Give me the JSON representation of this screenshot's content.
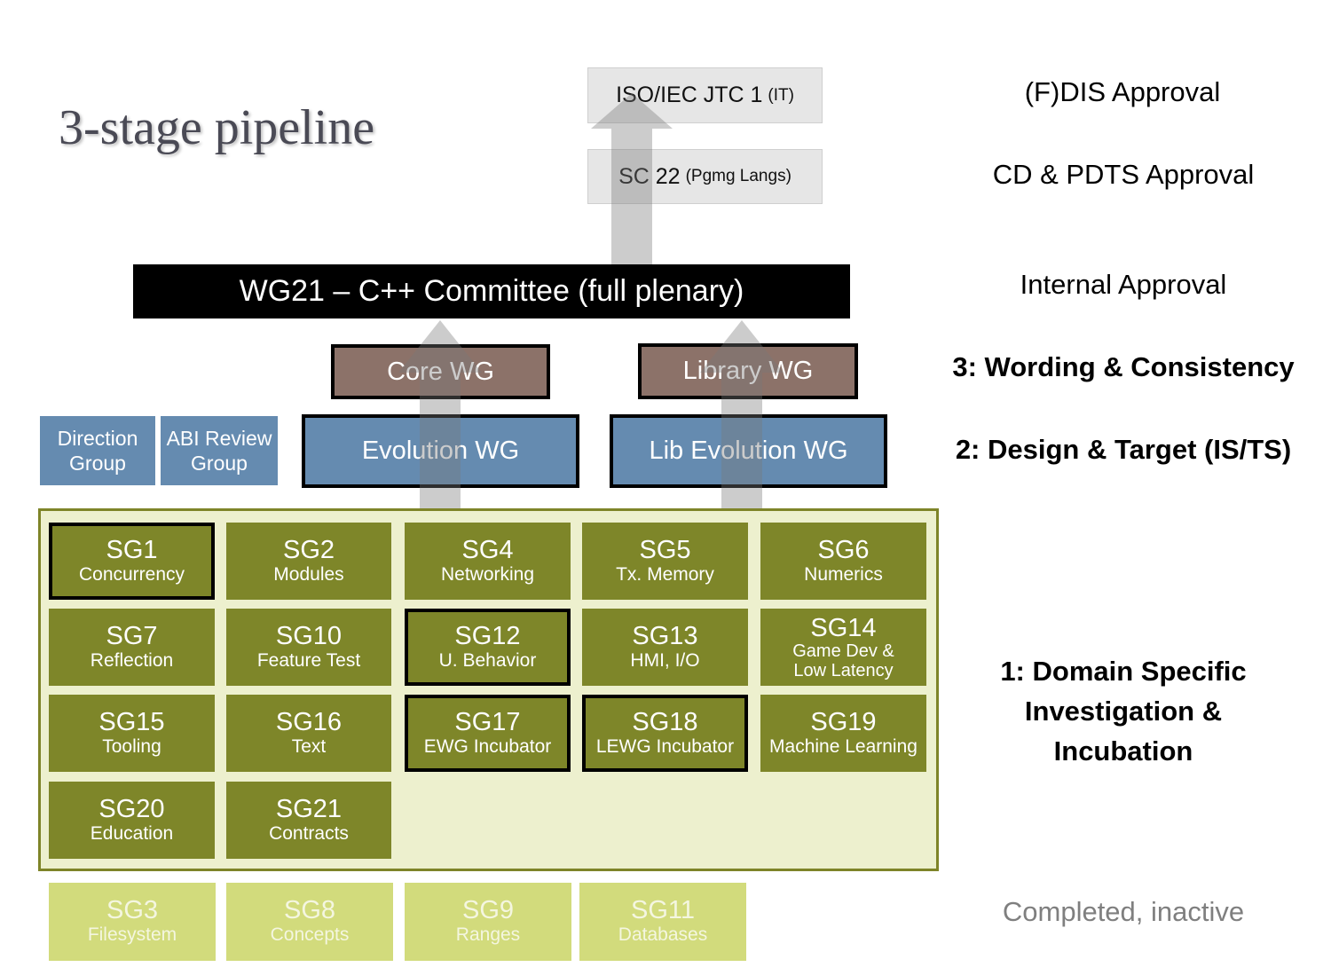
{
  "title": "3-stage pipeline",
  "iso_bodies": {
    "jtc1": {
      "main": "ISO/IEC JTC 1",
      "sub": "(IT)"
    },
    "sc22": {
      "main": "SC 22",
      "sub": "(Pgmg Langs)"
    }
  },
  "plenary": "WG21 – C++ Committee (full plenary)",
  "wording_groups": {
    "core": "Core WG",
    "library": "Library WG"
  },
  "design_groups": {
    "evolution": "Evolution WG",
    "lib_evolution": "Lib Evolution WG"
  },
  "advisory_groups": [
    {
      "line1": "Direction",
      "line2": "Group"
    },
    {
      "line1": "ABI Review",
      "line2": "Group"
    }
  ],
  "study_groups": [
    {
      "id": "SG1",
      "name": "Concurrency",
      "highlighted": true
    },
    {
      "id": "SG2",
      "name": "Modules",
      "highlighted": false
    },
    {
      "id": "SG4",
      "name": "Networking",
      "highlighted": false
    },
    {
      "id": "SG5",
      "name": "Tx. Memory",
      "highlighted": false
    },
    {
      "id": "SG6",
      "name": "Numerics",
      "highlighted": false
    },
    {
      "id": "SG7",
      "name": "Reflection",
      "highlighted": false
    },
    {
      "id": "SG10",
      "name": "Feature Test",
      "highlighted": false
    },
    {
      "id": "SG12",
      "name": "U. Behavior",
      "highlighted": true
    },
    {
      "id": "SG13",
      "name": "HMI, I/O",
      "highlighted": false
    },
    {
      "id": "SG14",
      "name": "Game Dev &",
      "name2": "Low Latency",
      "highlighted": false
    },
    {
      "id": "SG15",
      "name": "Tooling",
      "highlighted": false
    },
    {
      "id": "SG16",
      "name": "Text",
      "highlighted": false
    },
    {
      "id": "SG17",
      "name": "EWG Incubator",
      "highlighted": true
    },
    {
      "id": "SG18",
      "name": "LEWG Incubator",
      "highlighted": true
    },
    {
      "id": "SG19",
      "name": "Machine Learning",
      "highlighted": false
    },
    {
      "id": "SG20",
      "name": "Education",
      "highlighted": false
    },
    {
      "id": "SG21",
      "name": "Contracts",
      "highlighted": false
    }
  ],
  "inactive_groups": [
    {
      "id": "SG3",
      "name": "Filesystem"
    },
    {
      "id": "SG8",
      "name": "Concepts"
    },
    {
      "id": "SG9",
      "name": "Ranges"
    },
    {
      "id": "SG11",
      "name": "Databases"
    }
  ],
  "stage_labels": {
    "fdis": "(F)DIS Approval",
    "cd": "CD & PDTS Approval",
    "internal": "Internal Approval",
    "stage3": "3: Wording & Consistency",
    "stage2": "2: Design & Target (IS/TS)",
    "stage1_line1": "1: Domain Specific",
    "stage1_line2": "Investigation &",
    "stage1_line3": "Incubation",
    "inactive": "Completed, inactive"
  },
  "colors": {
    "plenary": "#000000",
    "wording": "#8c7269",
    "design": "#658bb0",
    "study_group": "#7e8629",
    "study_container": "#edf0ce",
    "inactive": "#d2db7c",
    "arrow": "#b4b4b4"
  }
}
